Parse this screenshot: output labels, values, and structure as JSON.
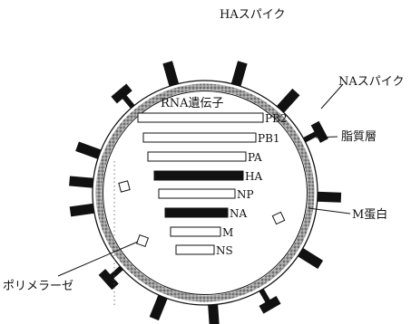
{
  "labels": {
    "ha_spike": "HAスパイク",
    "na_spike": "NAスパイク",
    "lipid_layer": "脂質層",
    "m_protein": "M蛋白",
    "rna_genes": "RNA遺伝子",
    "polymerase": "ポリメラーゼ"
  },
  "segments": [
    {
      "name": "PB2",
      "fill": "white"
    },
    {
      "name": "PB1",
      "fill": "white"
    },
    {
      "name": "PA",
      "fill": "white"
    },
    {
      "name": "HA",
      "fill": "black"
    },
    {
      "name": "NP",
      "fill": "white"
    },
    {
      "name": "NA",
      "fill": "black"
    },
    {
      "name": "M",
      "fill": "white"
    },
    {
      "name": "NS",
      "fill": "white"
    }
  ],
  "colors": {
    "ink": "#111111",
    "membrane": "#7a7a7a",
    "paper": "#ffffff"
  }
}
